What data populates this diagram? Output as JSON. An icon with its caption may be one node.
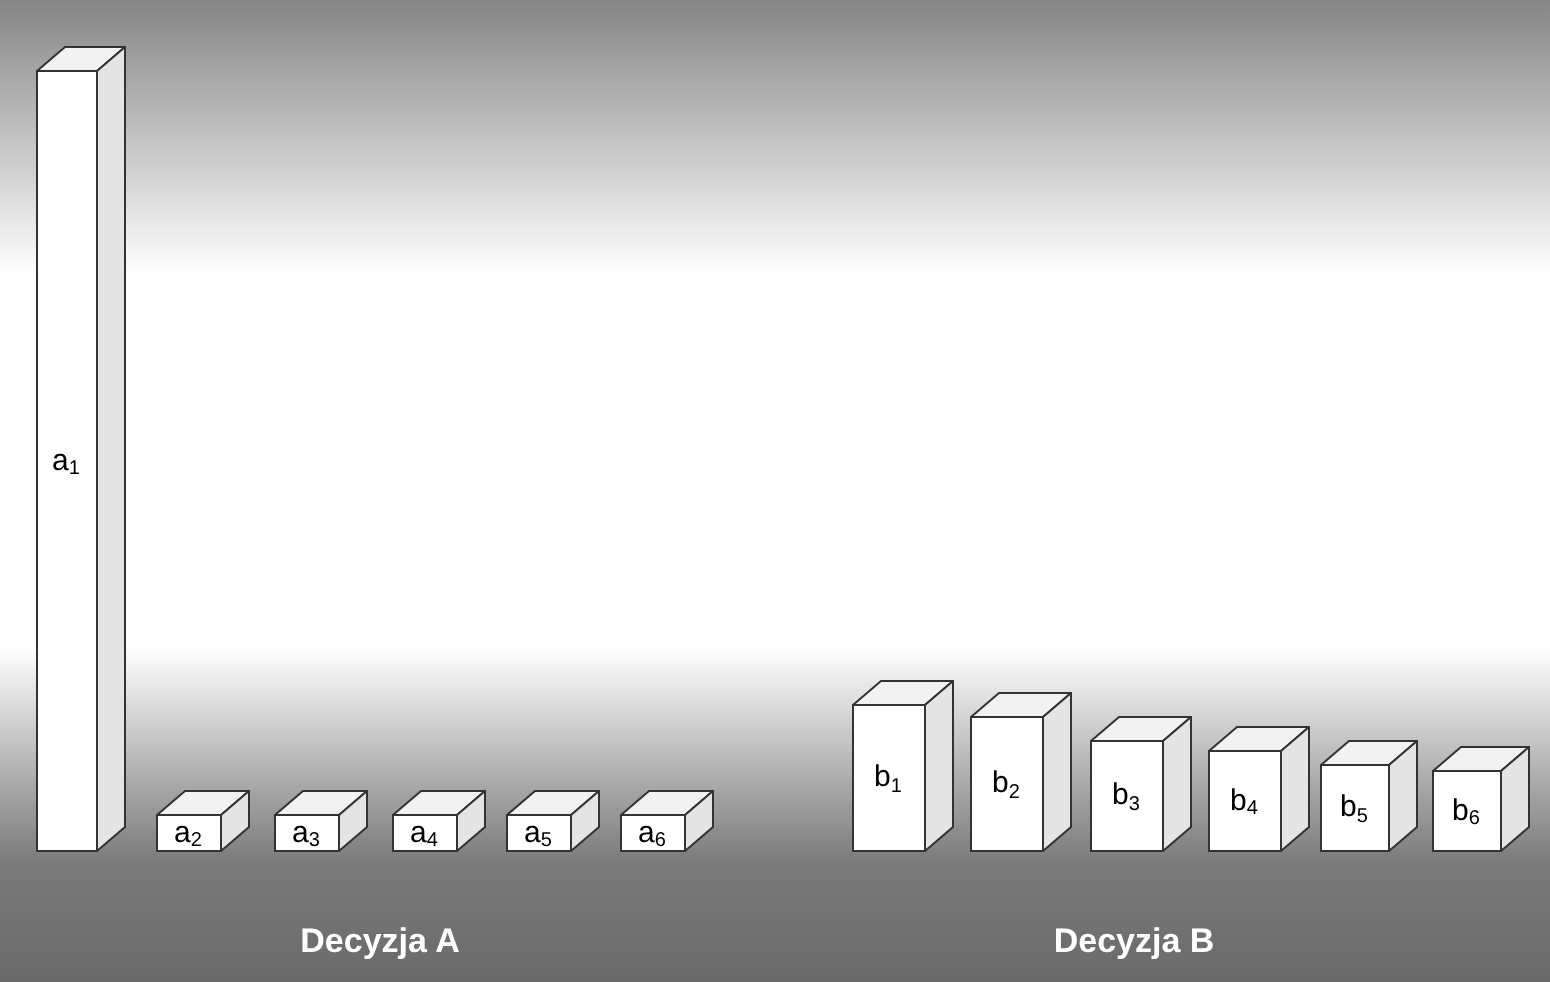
{
  "diagram": {
    "nodes": [
      {
        "text": [
          "a$_{1}$"
        ]
      },
      {
        "text": [
          "a$_{2}$"
        ]
      },
      {
        "text": [
          "a$_{3}$"
        ]
      },
      {
        "text": [
          "a$_{4}$"
        ]
      },
      {
        "text": [
          "a$_{5}$"
        ]
      },
      {
        "text": [
          "a$_{6}$"
        ]
      },
      {
        "text": [
          "b$_{1}$"
        ]
      },
      {
        "text": [
          "b$_{2}$"
        ]
      },
      {
        "text": [
          "b$_{3}$"
        ]
      },
      {
        "text": [
          "b$_{4}$"
        ]
      },
      {
        "text": [
          "b$_{5}$"
        ]
      },
      {
        "text": [
          "b$_{6}$"
        ]
      }
    ],
    "labels": [
      "Decyzja A",
      "Decyzja B"
    ]
  }
}
